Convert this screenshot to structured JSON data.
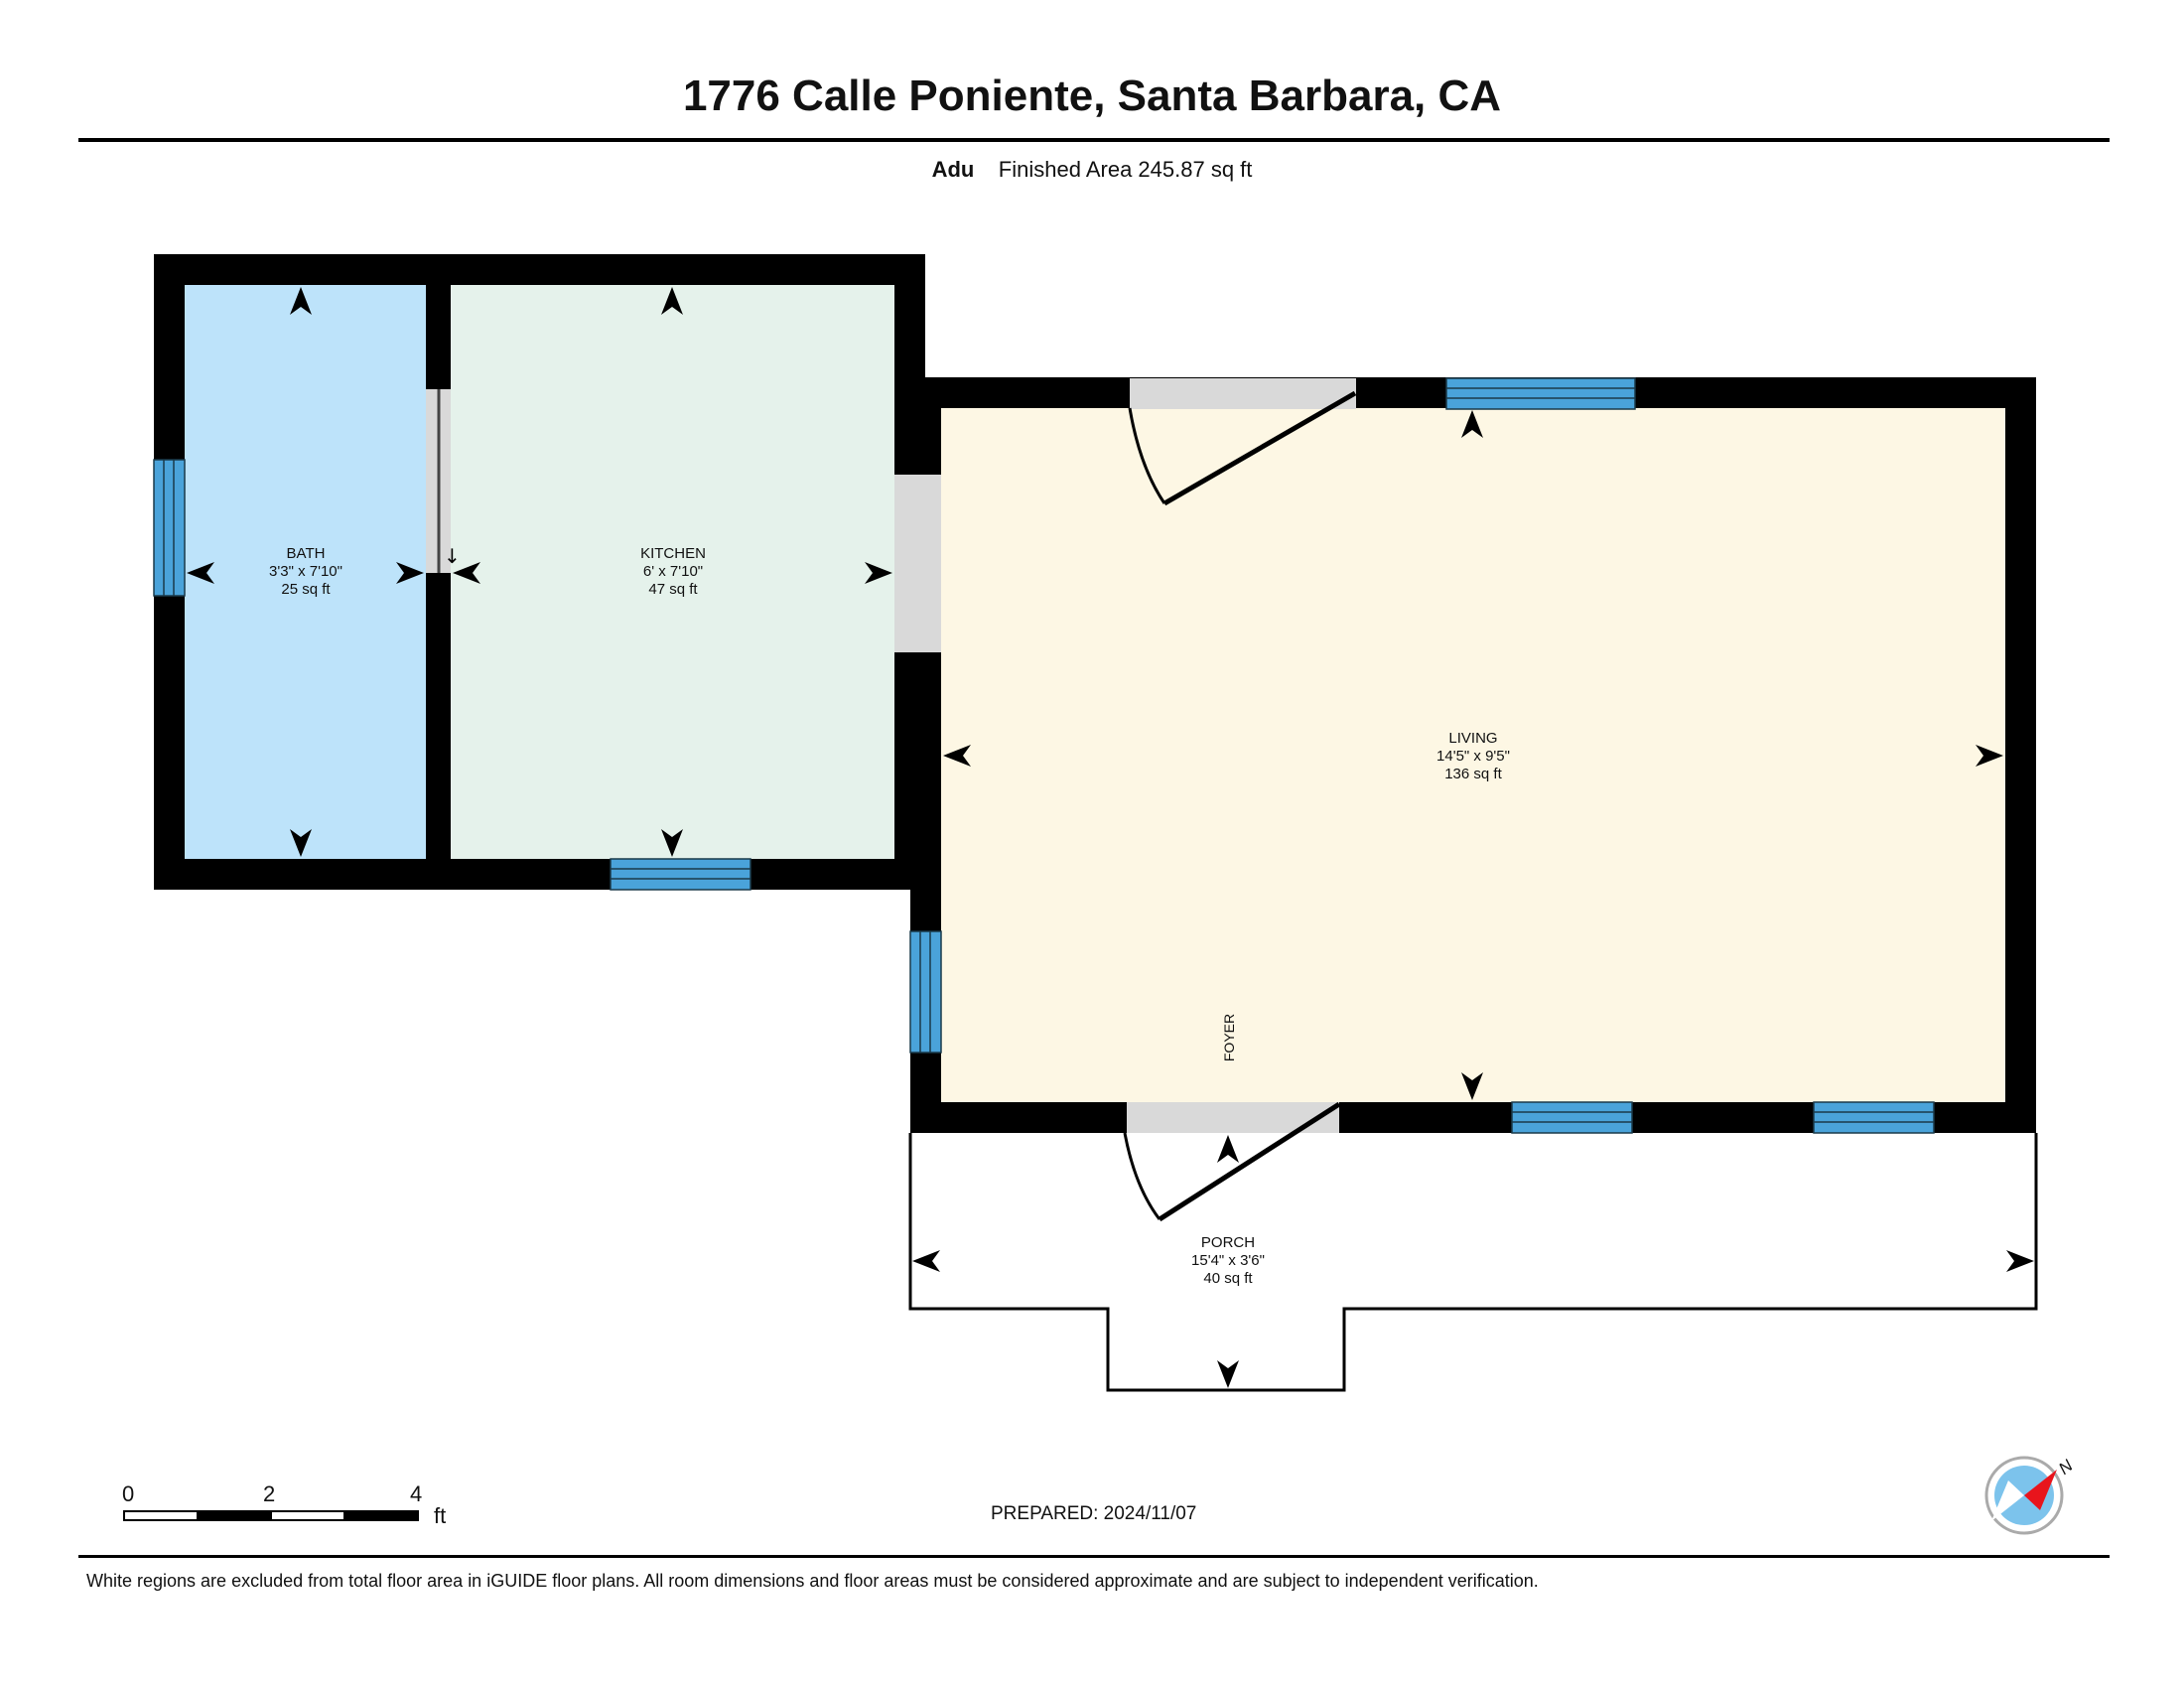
{
  "header": {
    "title": "1776 Calle Poniente, Santa Barbara, CA",
    "level_name": "Adu",
    "finished_area": "Finished Area 245.87 sq ft"
  },
  "colors": {
    "bath": "#bde3fa",
    "kitchen": "#e5f2eb",
    "living": "#fdf7e4",
    "wall": "#000000",
    "window": "#4aa3da",
    "door_opening": "#d9d9d9"
  },
  "rooms": [
    {
      "key": "bath",
      "name": "BATH",
      "dims": "3'3\" x 7'10\"",
      "area": "25 sq ft"
    },
    {
      "key": "kitchen",
      "name": "KITCHEN",
      "dims": "6' x 7'10\"",
      "area": "47 sq ft"
    },
    {
      "key": "living",
      "name": "LIVING",
      "dims": "14'5\" x 9'5\"",
      "area": "136 sq ft"
    },
    {
      "key": "porch",
      "name": "PORCH",
      "dims": "15'4\" x 3'6\"",
      "area": "40 sq ft"
    }
  ],
  "foyer_label": "FOYER",
  "scale_bar": {
    "ticks": [
      "0",
      "2",
      "4"
    ],
    "unit": "ft"
  },
  "prepared": "PREPARED: 2024/11/07",
  "compass": {
    "label": "N",
    "icon": "north-arrow-compass"
  },
  "footer": {
    "disclaimer": "White regions are excluded from total floor area in iGUIDE floor plans. All room dimensions and floor areas must be considered approximate and are subject to independent verification."
  }
}
